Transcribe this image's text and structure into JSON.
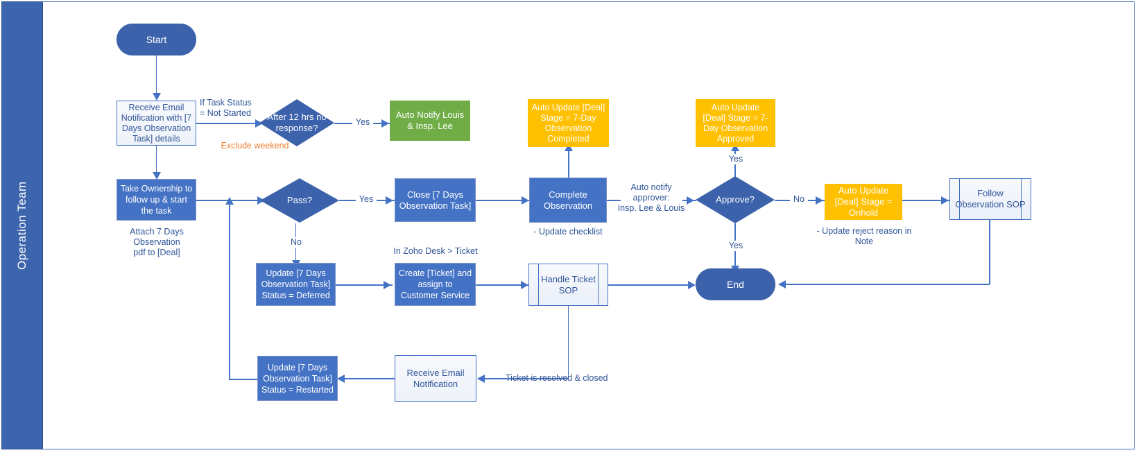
{
  "lane": {
    "label": "Operation Team"
  },
  "nodes": {
    "start": {
      "label": "Start"
    },
    "receive_email_task": {
      "label": "Receive Email Notification with [7 Days Observation Task] details"
    },
    "take_ownership": {
      "label": "Take Ownership to follow up & start the task"
    },
    "after_12hrs": {
      "label": "After 12 hrs no response?"
    },
    "auto_notify": {
      "label": "Auto Notify Louis & Insp. Lee"
    },
    "pass": {
      "label": "Pass?"
    },
    "close_task": {
      "label": "Close [7 Days Observation Task]"
    },
    "complete_observation": {
      "label": "Complete Observation"
    },
    "auto_update_completed": {
      "label": "Auto Update [Deal] Stage = 7-Day Observation Completed"
    },
    "approve": {
      "label": "Approve?"
    },
    "auto_update_approved": {
      "label": "Auto Update [Deal] Stage = 7-Day Observation Approved"
    },
    "auto_update_onhold": {
      "label": "Auto Update [Deal] Stage = Onhold"
    },
    "follow_observation_sop": {
      "label": "Follow Observation SOP"
    },
    "update_deferred": {
      "label": "Update [7 Days Observation Task] Status = Deferred"
    },
    "create_ticket": {
      "label": "Create [Ticket] and assign to Customer Service"
    },
    "handle_ticket_sop": {
      "label": "Handle Ticket SOP"
    },
    "end": {
      "label": "End"
    },
    "update_restarted": {
      "label": "Update [7 Days Observation Task] Status = Restarted"
    },
    "receive_email_notification": {
      "label": "Receive Email Notification"
    }
  },
  "annotations": {
    "if_task_status": "If Task Status\n= Not Started",
    "exclude_weekend": "Exclude weekend",
    "attach_pdf": "Attach 7 Days Observation\npdf to [Deal]",
    "update_checklist": "- Update checklist",
    "auto_notify_approver": "Auto notify\napprover:\nInsp. Lee & Louis",
    "in_zoho_desk": "In Zoho Desk > Ticket",
    "update_reject_reason": "- Update reject reason in\nNote",
    "ticket_resolved": "Ticket is resolved & closed"
  },
  "edge_labels": {
    "yes_12hrs": "Yes",
    "yes_pass": "Yes",
    "no_pass": "No",
    "yes_approve_up": "Yes",
    "yes_approve_down": "Yes",
    "no_approve": "No"
  },
  "colors": {
    "lane_fill": "#3d65ad",
    "process_blue": "#4472c4",
    "process_green": "#70ad47",
    "process_yellow": "#ffc000",
    "terminator": "#3b62ab",
    "connector": "#4472c4",
    "text_blue": "#2f5597",
    "accent_orange": "#ed7d31"
  }
}
